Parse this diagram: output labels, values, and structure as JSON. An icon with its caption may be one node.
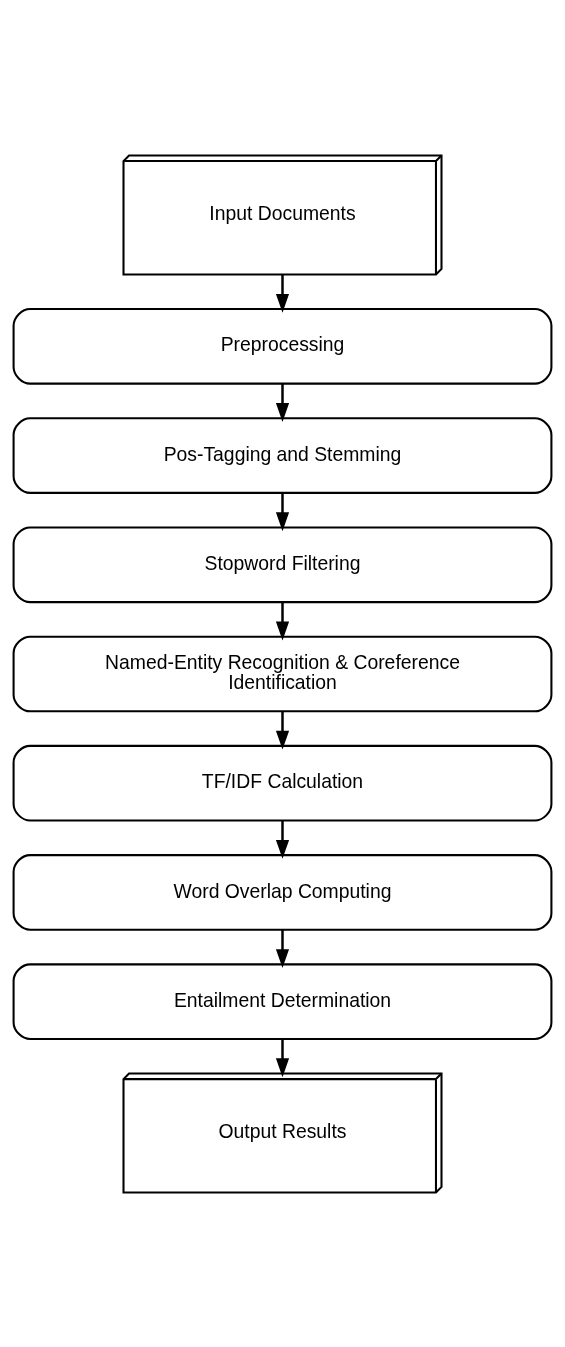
{
  "diagram": {
    "nodes": [
      {
        "text": [
          "Input Documents"
        ]
      },
      {
        "text": [
          "Preprocessing"
        ]
      },
      {
        "text": [
          "Pos-Tagging and Stemming"
        ]
      },
      {
        "text": [
          "Stopword Filtering"
        ]
      },
      {
        "text": [
          "Named-Entity Recognition & Coreference Identification"
        ]
      },
      {
        "text": [
          "TF/IDF Calculation"
        ]
      },
      {
        "text": [
          "Word Overlap Computing"
        ]
      },
      {
        "text": [
          "Entailment Determination"
        ]
      },
      {
        "text": [
          "Output Results"
        ]
      }
    ],
    "edges": [
      {
        "from": 0,
        "to": 1,
        "arrow": "to"
      },
      {
        "from": 1,
        "to": 2,
        "arrow": "to"
      },
      {
        "from": 2,
        "to": 3,
        "arrow": "to"
      },
      {
        "from": 3,
        "to": 4,
        "arrow": "to"
      },
      {
        "from": 4,
        "to": 5,
        "arrow": "to"
      },
      {
        "from": 5,
        "to": 6,
        "arrow": "to"
      },
      {
        "from": 6,
        "to": 7,
        "arrow": "to"
      },
      {
        "from": 7,
        "to": 8,
        "arrow": "to"
      }
    ]
  }
}
